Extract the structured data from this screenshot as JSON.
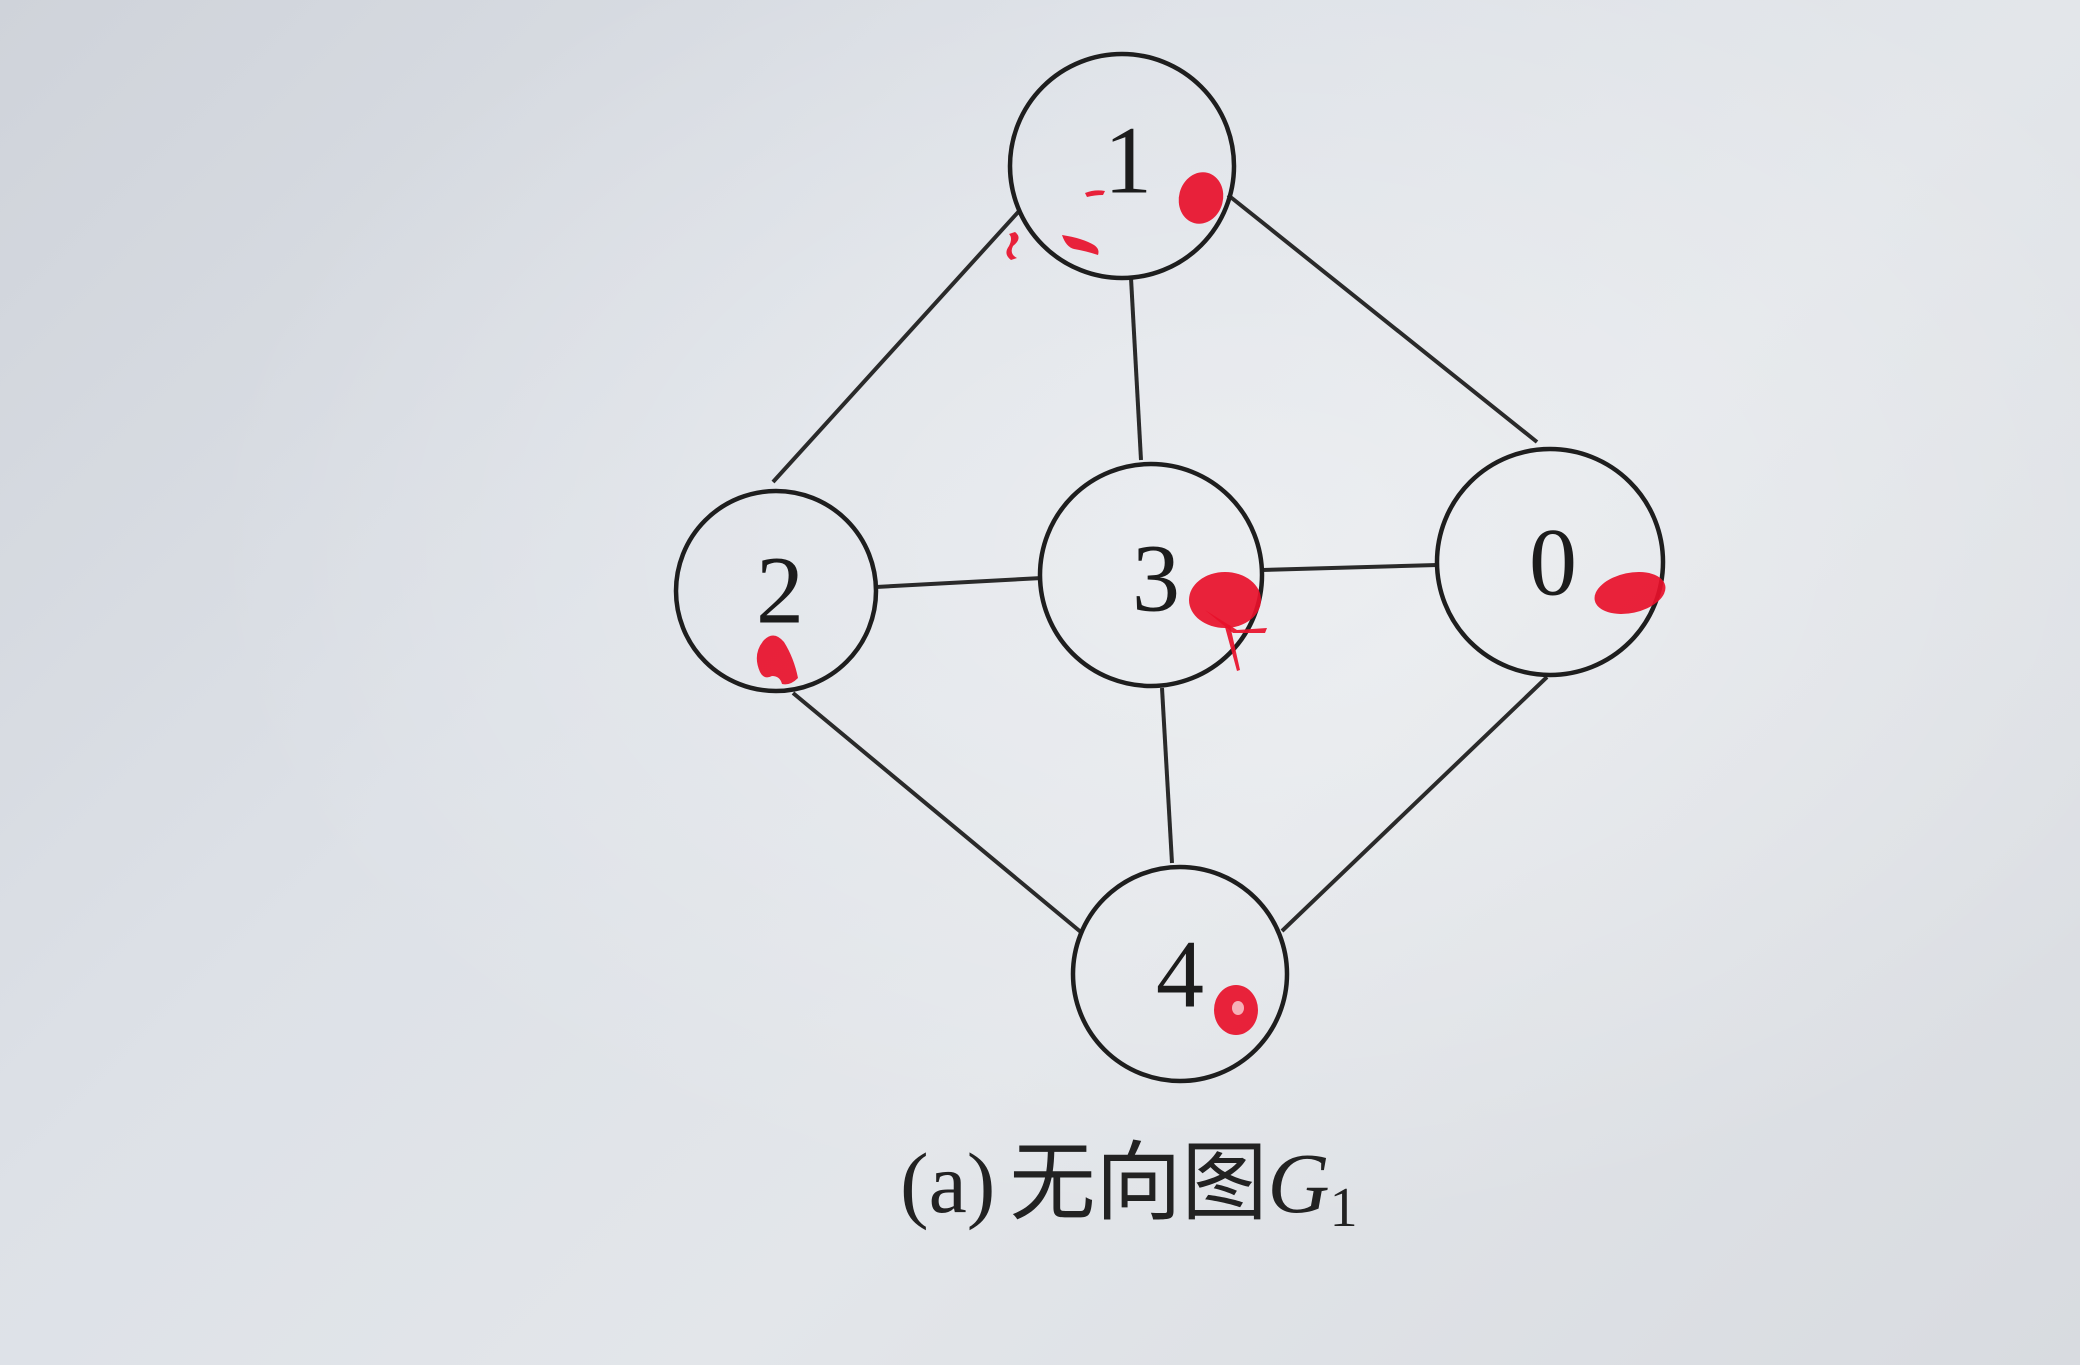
{
  "diagram": {
    "type": "undirected-graph",
    "nodes": [
      {
        "id": "1",
        "label": "1"
      },
      {
        "id": "2",
        "label": "2"
      },
      {
        "id": "3",
        "label": "3"
      },
      {
        "id": "0",
        "label": "0"
      },
      {
        "id": "4",
        "label": "4"
      }
    ],
    "edges": [
      [
        "1",
        "2"
      ],
      [
        "1",
        "3"
      ],
      [
        "1",
        "0"
      ],
      [
        "2",
        "3"
      ],
      [
        "3",
        "0"
      ],
      [
        "2",
        "4"
      ],
      [
        "3",
        "4"
      ],
      [
        "0",
        "4"
      ]
    ],
    "annotation_color": "#e8102a"
  },
  "caption": {
    "prefix": "(a)",
    "text": "无向图",
    "symbol": "G",
    "subscript": "1"
  }
}
